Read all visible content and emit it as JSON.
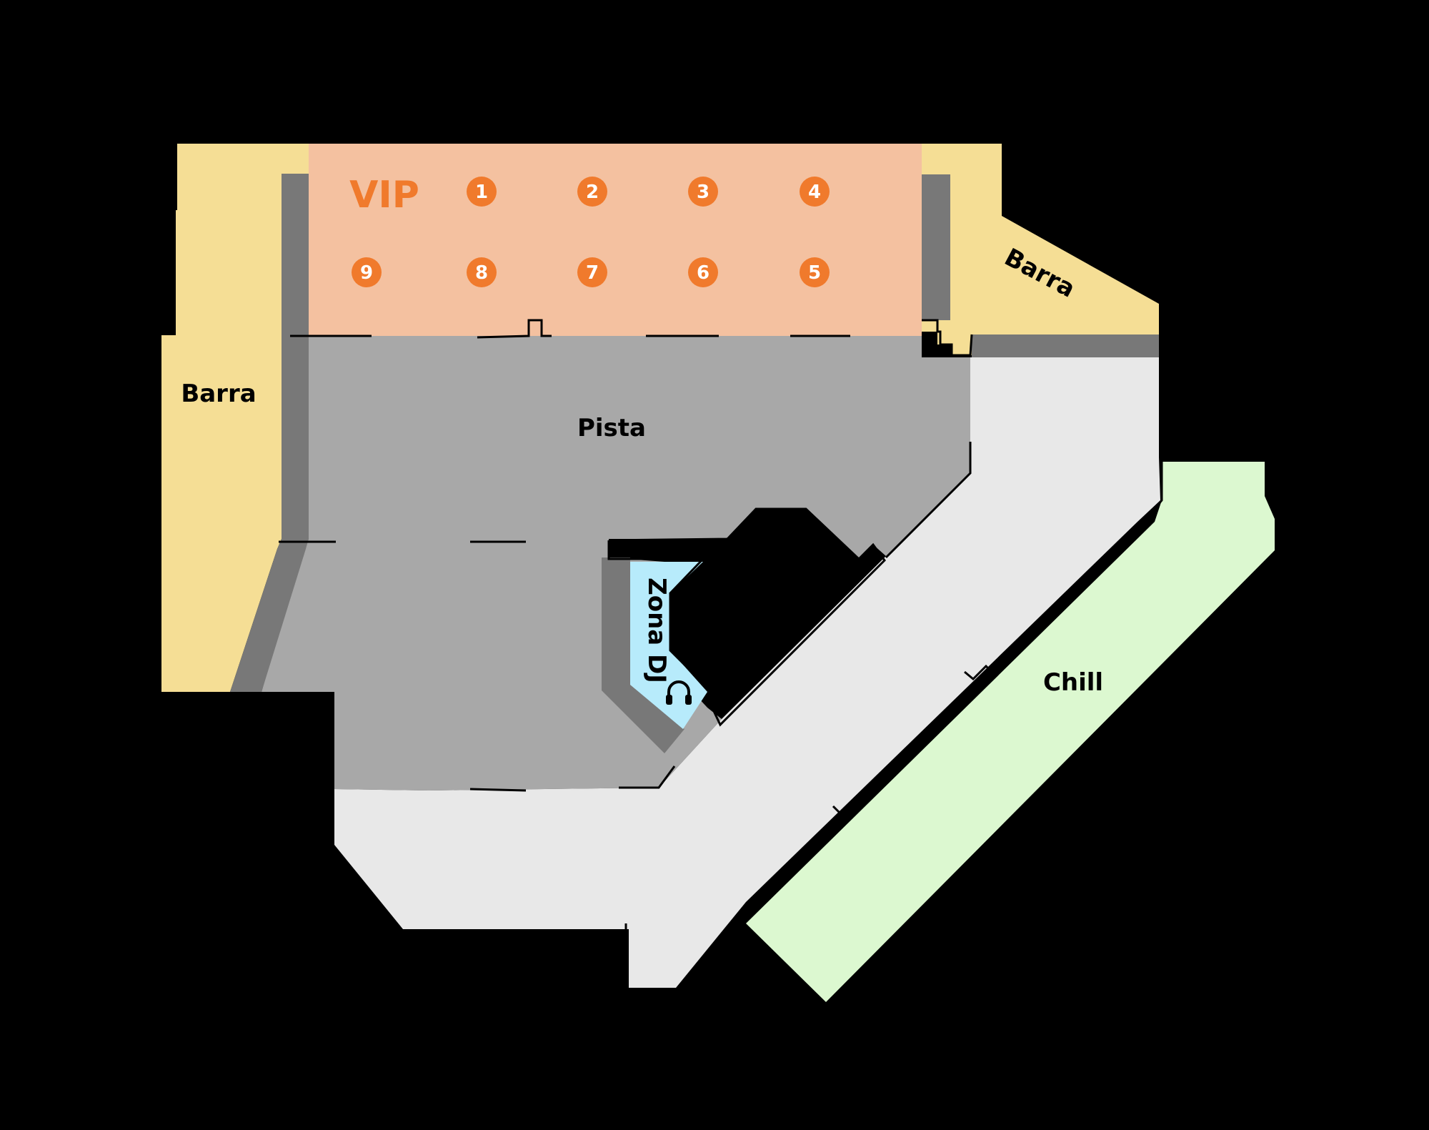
{
  "map": {
    "zones": {
      "barra_left": "Barra",
      "barra_right": "Barra",
      "vip": "VIP",
      "pista": "Pista",
      "dj": "Zona DJ",
      "chill": "Chill"
    },
    "vip_tables": [
      "1",
      "2",
      "3",
      "4",
      "9",
      "8",
      "7",
      "6",
      "5"
    ],
    "colors": {
      "barra": "#f5de95",
      "vip": "#f4c1a0",
      "vip_accent": "#f07a2c",
      "pista": "#a8a8a8",
      "wall_shadow": "#787878",
      "corridor": "#e8e8e8",
      "dj": "#b7ebfb",
      "chill": "#dcf8d0"
    },
    "icons": {
      "dj": "headphones-icon"
    }
  }
}
